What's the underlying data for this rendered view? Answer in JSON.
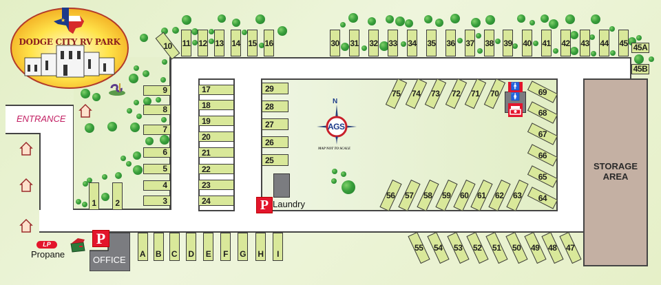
{
  "logo": {
    "title": "DODGE CITY RV PARK"
  },
  "labels": {
    "entrance": "ENTRANCE",
    "laundry": "Laundry",
    "office": "OFFICE",
    "propane": "Propane",
    "lp": "LP",
    "parking": "P",
    "storage_line1": "STORAGE",
    "storage_line2": "AREA",
    "compass_n": "N",
    "compass_brand": "AGS",
    "map_note": "MAP NOT TO SCALE"
  },
  "sites": {
    "site_10": [
      "10"
    ],
    "top_left": [
      "11",
      "12",
      "13",
      "14",
      "15",
      "16"
    ],
    "top_right": [
      "30",
      "31",
      "32",
      "33",
      "34",
      "35",
      "36",
      "37",
      "38",
      "39",
      "40",
      "41",
      "42",
      "43",
      "44",
      "45"
    ],
    "end_45": [
      "45A",
      "45B"
    ],
    "left_column": [
      "9",
      "8",
      "7",
      "6",
      "5",
      "4",
      "3"
    ],
    "left_bottom": [
      "1",
      "2"
    ],
    "center_column": [
      "17",
      "18",
      "19",
      "20",
      "21",
      "22",
      "23",
      "24"
    ],
    "inner_column": [
      "29",
      "28",
      "27",
      "26",
      "25"
    ],
    "inner_top_diagonal": [
      "75",
      "74",
      "73",
      "72",
      "71",
      "70"
    ],
    "inner_right_diagonal": [
      "69",
      "68",
      "67",
      "66",
      "65",
      "64"
    ],
    "inner_bottom_diagonal": [
      "56",
      "57",
      "58",
      "59",
      "60",
      "61",
      "62",
      "63"
    ],
    "outer_bottom_diagonal": [
      "55",
      "54",
      "53",
      "52",
      "51",
      "50",
      "49",
      "48",
      "47"
    ],
    "bottom_row": [
      "A",
      "B",
      "C",
      "D",
      "E",
      "F",
      "G",
      "H",
      "I"
    ]
  },
  "colors": {
    "site_fill": "#d9e89a",
    "road": "#ffffff",
    "storage": "#c4b0a3",
    "building": "#7b7c80",
    "accent_red": "#e3152c",
    "entrance_text": "#c21f63"
  }
}
